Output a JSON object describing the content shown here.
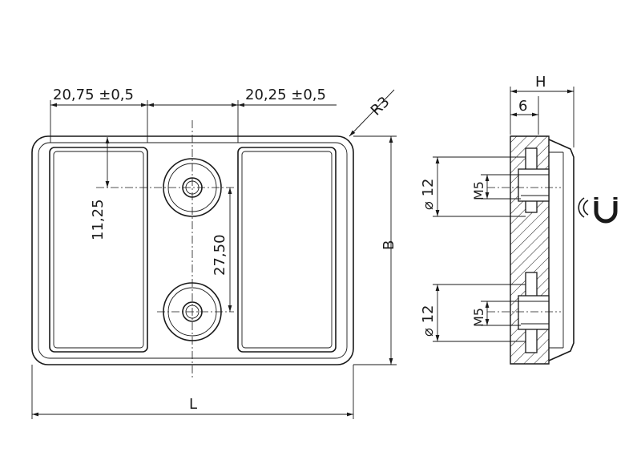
{
  "dimensions": {
    "left_offset": "20,75",
    "left_tolerance": "±0,5",
    "right_offset": "20,25",
    "right_tolerance": "±0,5",
    "corner_radius": "R3",
    "hole_from_top": "11,25",
    "hole_spacing": "27,50",
    "length": "L",
    "width": "B",
    "height": "H",
    "thickness": "6",
    "diameter_upper": "12",
    "thread_upper": "M5",
    "diameter_lower": "12",
    "thread_lower": "M5"
  },
  "symbols": {
    "diameter_symbol": "⌀",
    "magnet_icon": "magnet-icon"
  }
}
